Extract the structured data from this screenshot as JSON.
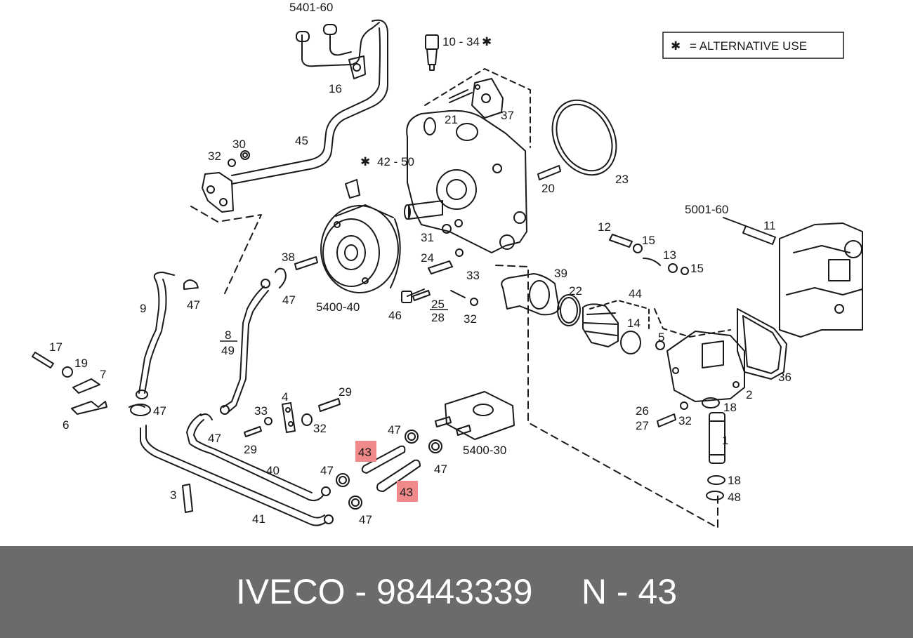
{
  "legend": {
    "symbol": "✱",
    "text": "= ALTERNATIVE USE"
  },
  "callouts": [
    {
      "key": "5401-60",
      "text": "5401-60"
    },
    {
      "key": "10-34",
      "text": "10 - 34"
    },
    {
      "key": "16",
      "text": "16"
    },
    {
      "key": "21",
      "text": "21"
    },
    {
      "key": "37",
      "text": "37"
    },
    {
      "key": "45",
      "text": "45"
    },
    {
      "key": "30",
      "text": "30"
    },
    {
      "key": "32a",
      "text": "32"
    },
    {
      "key": "42-50",
      "text": "42 - 50"
    },
    {
      "key": "23",
      "text": "23"
    },
    {
      "key": "20",
      "text": "20"
    },
    {
      "key": "5001-60",
      "text": "5001-60"
    },
    {
      "key": "11",
      "text": "11"
    },
    {
      "key": "12",
      "text": "12"
    },
    {
      "key": "15a",
      "text": "15"
    },
    {
      "key": "13",
      "text": "13"
    },
    {
      "key": "15b",
      "text": "15"
    },
    {
      "key": "31",
      "text": "31"
    },
    {
      "key": "24",
      "text": "24"
    },
    {
      "key": "33a",
      "text": "33"
    },
    {
      "key": "38",
      "text": "38"
    },
    {
      "key": "39",
      "text": "39"
    },
    {
      "key": "22",
      "text": "22"
    },
    {
      "key": "44",
      "text": "44"
    },
    {
      "key": "14",
      "text": "14"
    },
    {
      "key": "47a",
      "text": "47"
    },
    {
      "key": "47b",
      "text": "47"
    },
    {
      "key": "9",
      "text": "9"
    },
    {
      "key": "5400-40",
      "text": "5400-40"
    },
    {
      "key": "46",
      "text": "46"
    },
    {
      "key": "25",
      "text": "25"
    },
    {
      "key": "28",
      "text": "28"
    },
    {
      "key": "32b",
      "text": "32"
    },
    {
      "key": "8",
      "text": "8"
    },
    {
      "key": "49",
      "text": "49"
    },
    {
      "key": "5",
      "text": "5"
    },
    {
      "key": "36",
      "text": "36"
    },
    {
      "key": "17",
      "text": "17"
    },
    {
      "key": "19",
      "text": "19"
    },
    {
      "key": "7",
      "text": "7"
    },
    {
      "key": "6",
      "text": "6"
    },
    {
      "key": "47c",
      "text": "47"
    },
    {
      "key": "2",
      "text": "2"
    },
    {
      "key": "4",
      "text": "4"
    },
    {
      "key": "29a",
      "text": "29"
    },
    {
      "key": "33b",
      "text": "33"
    },
    {
      "key": "32c",
      "text": "32"
    },
    {
      "key": "29b",
      "text": "29"
    },
    {
      "key": "26",
      "text": "26"
    },
    {
      "key": "27",
      "text": "27"
    },
    {
      "key": "32d",
      "text": "32"
    },
    {
      "key": "18a",
      "text": "18"
    },
    {
      "key": "47d",
      "text": "47"
    },
    {
      "key": "47e",
      "text": "47"
    },
    {
      "key": "5400-30",
      "text": "5400-30"
    },
    {
      "key": "1",
      "text": "1"
    },
    {
      "key": "47f",
      "text": "47"
    },
    {
      "key": "47g",
      "text": "47"
    },
    {
      "key": "40",
      "text": "40"
    },
    {
      "key": "3",
      "text": "3"
    },
    {
      "key": "47h",
      "text": "47"
    },
    {
      "key": "41",
      "text": "41"
    },
    {
      "key": "18b",
      "text": "18"
    },
    {
      "key": "48",
      "text": "48"
    }
  ],
  "highlighted": [
    {
      "key": "43a",
      "text": "43"
    },
    {
      "key": "43b",
      "text": "43"
    }
  ],
  "highlight_color": "#f08a8a",
  "footer": {
    "brand": "IVECO",
    "sep1": "-",
    "part_number": "98443339",
    "position_label": "N",
    "sep2": "-",
    "position_number": "43"
  }
}
